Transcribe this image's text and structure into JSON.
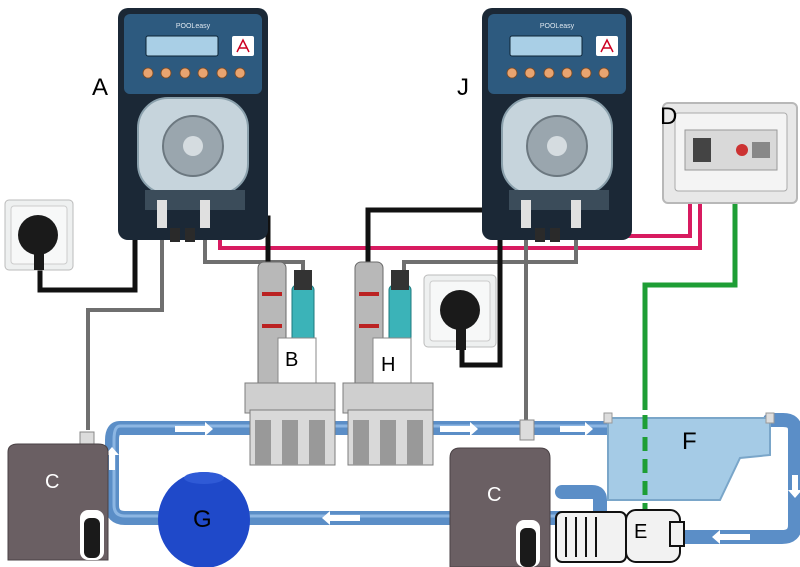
{
  "pump_brand": "POOLeasy",
  "labels": {
    "A": "A",
    "B": "B",
    "C1": "C",
    "C2": "C",
    "D": "D",
    "E": "E",
    "F": "F",
    "G": "G",
    "H": "H",
    "J": "J"
  },
  "colors": {
    "pump_body": "#1b2836",
    "pump_panel": "#2d5a7f",
    "display": "#a9cfe6",
    "button": "#e8a470",
    "water_pipe": "#5b8ec7",
    "water_pipe_light": "#8cb6e3",
    "power_cable": "#111111",
    "dosing_tube": "#6f6f6f",
    "signal_cable": "#d81b60",
    "ground_cable": "#1e9e35",
    "tank": "#6a5f63",
    "filter": "#1f49c9",
    "pool": "#a5cbe6",
    "probe_teal": "#3bb3b8",
    "control_box": "#eeeeee"
  },
  "icons": {
    "outlet": "wall-socket-icon",
    "logo": "brand-logo-icon",
    "flow": "arrow-right-icon"
  }
}
